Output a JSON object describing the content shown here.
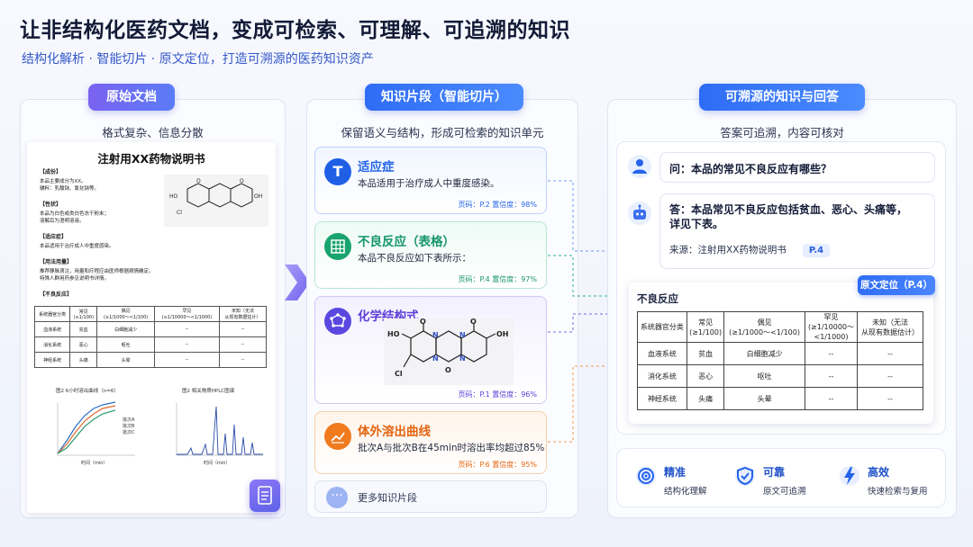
{
  "header": {
    "title": "让非结构化医药文档，变成可检索、可理解、可追溯的知识",
    "subtitle": "结构化解析 · 智能切片 · 原文定位，打造可溯源的医药知识资产"
  },
  "panels": {
    "left": {
      "pill": "原始文档",
      "sub": "格式复杂、信息分散"
    },
    "middle": {
      "pill": "知识片段（智能切片）",
      "sub": "保留语义与结构，形成可检索的知识单元"
    },
    "right": {
      "pill": "可溯源的知识与回答",
      "sub": "答案可追溯，内容可核对"
    }
  },
  "document": {
    "title": "注射用XX药物说明书",
    "sections": [
      {
        "head": "【成份】",
        "lines": [
          "本品主要成分为XX。",
          "辅料：乳酸钠、氯化钠等。"
        ]
      },
      {
        "head": "【性状】",
        "lines": [
          "本品为白色或类白色冻干粉末；",
          "溶解后为澄明溶液。"
        ]
      },
      {
        "head": "【适应症】",
        "lines": [
          "本品适用于治疗成人中重度感染。"
        ]
      },
      {
        "head": "【用法用量】",
        "lines": [
          "推荐静脉滴注，用量和疗程应由医师根据病情确定。",
          "特殊人群用药参见说明书详情。"
        ]
      },
      {
        "head": "【不良反应】",
        "lines": []
      }
    ],
    "table": {
      "headers": [
        "系统器官分类",
        "常见\n(≥1/100)",
        "偶见\n(≥1/1000～<1/100)",
        "罕见\n(≥1/10000～<1/1000)",
        "未知（无法\n从现有数据估计）"
      ],
      "rows": [
        [
          "血液系统",
          "贫血",
          "白细胞减少",
          "--",
          "--"
        ],
        [
          "消化系统",
          "恶心",
          "呕吐",
          "--",
          "--"
        ],
        [
          "神经系统",
          "头痛",
          "头晕",
          "--",
          "--"
        ]
      ]
    },
    "chart1_caption": "图2  6小时溶出曲线（n=6）",
    "chart2_caption": "图2  相关物质HPLC图谱",
    "chart1_legend": [
      "批次A",
      "批次B",
      "批次C"
    ],
    "chart1_xlabel": "时间（min）",
    "chart2_xlabel": "时间（min）"
  },
  "fragments": [
    {
      "icon": "T",
      "title": "适应症",
      "body": "本品适用于治疗成人中重度感染。",
      "meta": "页码：P.2    置信度：98%"
    },
    {
      "icon": "table-icon",
      "title": "不良反应（表格）",
      "body": "本品不良反应如下表所示：",
      "meta": "页码：P.4    置信度：97%"
    },
    {
      "icon": "molecule-icon",
      "title": "化学结构式",
      "body": "",
      "meta": "页码：P.1    置信度：96%"
    },
    {
      "icon": "chart-line-icon",
      "title": "体外溶出曲线",
      "body": "批次A与批次B在45min时溶出率均超过85%",
      "meta": "页码：P.6    置信度：95%"
    },
    {
      "icon": "more-icon",
      "title": "",
      "body": "更多知识片段",
      "meta": ""
    }
  ],
  "chemical": {
    "labels": [
      "HO",
      "OH",
      "Cl",
      "N",
      "N",
      "N",
      "N",
      "O",
      "O",
      "O"
    ]
  },
  "qa": {
    "question": "问：本品的常见不良反应有哪些？",
    "answer_line1": "答：本品常见不良反应包括贫血、恶心、头痛等，",
    "answer_line2": "详见下表。",
    "source_label": "来源：注射用XX药物说明书",
    "source_page": "P.4"
  },
  "excerpt": {
    "title": "不良反应",
    "locate": "原文定位（P.4）",
    "headers": [
      "系统器官分类",
      "常见\n(≥1/100)",
      "偶见\n(≥1/1000～<1/100)",
      "罕见\n(≥1/10000～\n<1/1000)",
      "未知（无法\n从现有数据估计）"
    ],
    "rows": [
      [
        "血液系统",
        "贫血",
        "白细胞减少",
        "--",
        "--"
      ],
      [
        "消化系统",
        "恶心",
        "呕吐",
        "--",
        "--"
      ],
      [
        "神经系统",
        "头痛",
        "头晕",
        "--",
        "--"
      ]
    ]
  },
  "features": [
    {
      "icon": "target-icon",
      "title": "精准",
      "desc": "结构化理解"
    },
    {
      "icon": "shield-icon",
      "title": "可靠",
      "desc": "原文可追溯"
    },
    {
      "icon": "lightning-icon",
      "title": "高效",
      "desc": "快速检索与复用"
    }
  ],
  "colors": {
    "accent_blue": "#2e6cf5",
    "green": "#19a36f",
    "purple": "#5b48e0",
    "orange": "#f07a1e"
  }
}
